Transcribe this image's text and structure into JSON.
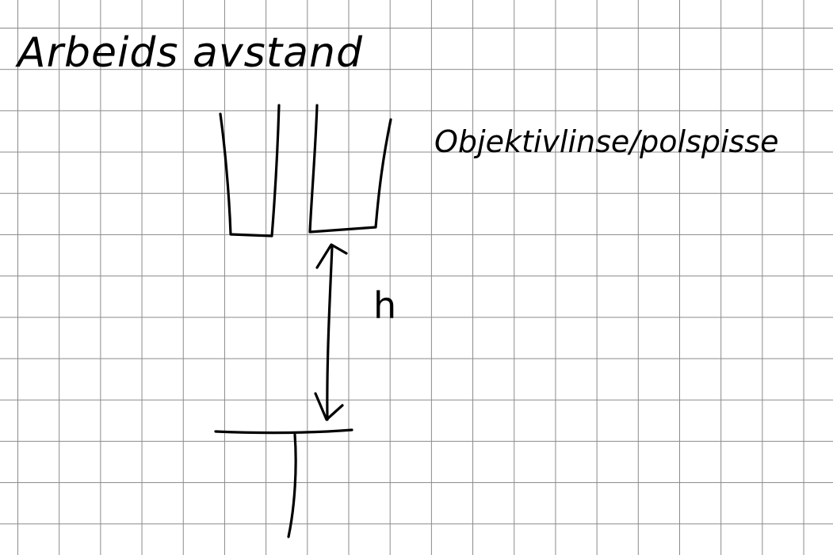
{
  "title": "Arbeids avstand",
  "objective_label": "Objektivlinse/polspisse",
  "distance_symbol": "h",
  "icons": {
    "pole_piece": "pole-piece-sketch",
    "arrow": "double-headed-arrow",
    "sample": "sample-holder-stub"
  }
}
